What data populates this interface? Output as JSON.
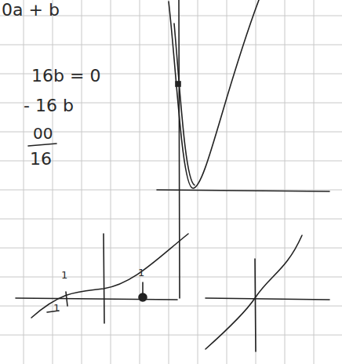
{
  "diagram": {
    "labels": [
      "0a + b",
      "16b = 0",
      "- 16 b",
      "00",
      "16",
      "1",
      "1",
      "1"
    ]
  }
}
